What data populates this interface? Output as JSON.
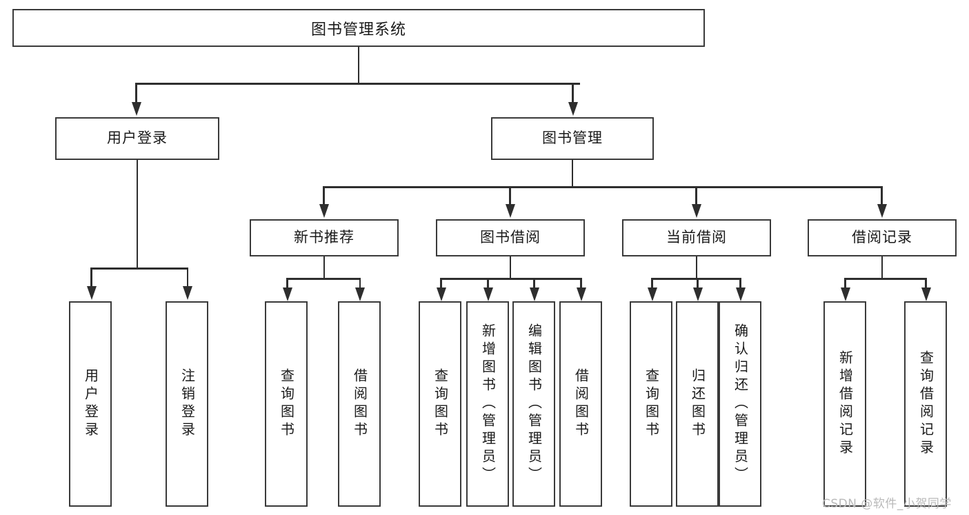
{
  "diagram": {
    "title": "图书管理系统",
    "watermark": "CSDN @软件_小贺同学",
    "line_color": "#2e2e2e",
    "box_border_color": "#3a3a3a",
    "background_color": "#ffffff",
    "text_color": "#1a1a1a",
    "watermark_color": "#b9b9b9",
    "root": {
      "label": "图书管理系统"
    },
    "level2": [
      {
        "label": "用户登录"
      },
      {
        "label": "图书管理"
      }
    ],
    "level3": [
      {
        "label": "新书推荐"
      },
      {
        "label": "图书借阅"
      },
      {
        "label": "当前借阅"
      },
      {
        "label": "借阅记录"
      }
    ],
    "leaves": {
      "user_login": [
        {
          "label": "用户登录"
        },
        {
          "label": "注销登录"
        }
      ],
      "new_book_recommend": [
        {
          "label": "查询图书"
        },
        {
          "label": "借阅图书"
        }
      ],
      "book_borrow": [
        {
          "label": "查询图书"
        },
        {
          "label": "新增图书（管理员）"
        },
        {
          "label": "编辑图书（管理员）"
        },
        {
          "label": "借阅图书"
        }
      ],
      "current_borrow": [
        {
          "label": "查询图书"
        },
        {
          "label": "归还图书"
        },
        {
          "label": "确认归还（管理员）"
        }
      ],
      "borrow_record": [
        {
          "label": "新增借阅记录"
        },
        {
          "label": "查询借阅记录"
        }
      ]
    }
  }
}
